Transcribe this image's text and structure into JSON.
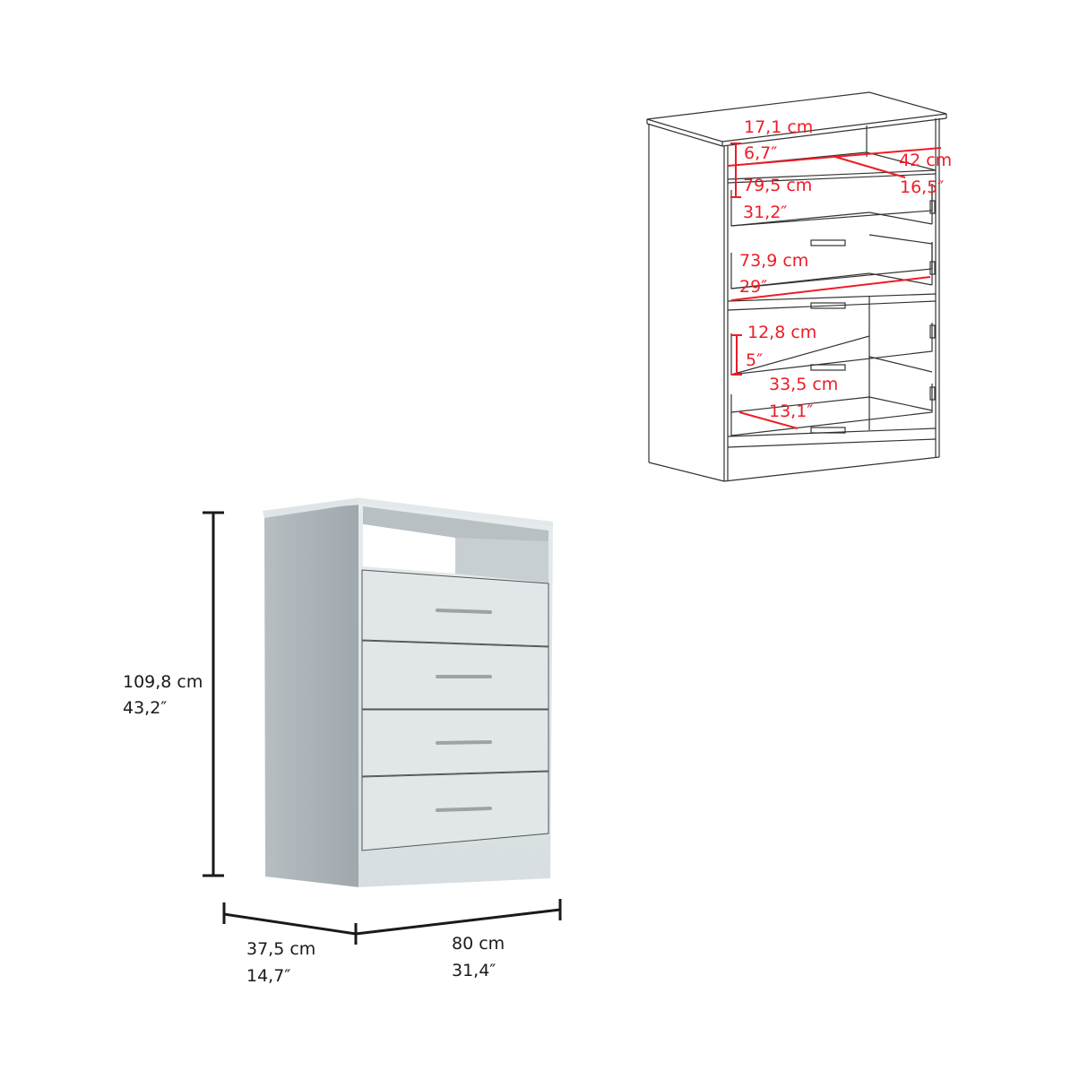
{
  "product": {
    "name": "4-drawer dresser with open top shelf",
    "colors": {
      "front": "#dfe5e7",
      "side": "#a8b1b6",
      "top": "#e8ecee",
      "handle": "#9fa3a6",
      "dimension_line": "#1a1a1a",
      "annotation": "#ee1c25"
    }
  },
  "overall_dimensions": {
    "height": {
      "cm": "109,8 cm",
      "in": "43,2″"
    },
    "depth": {
      "cm": "37,5 cm",
      "in": "14,7″"
    },
    "width": {
      "cm": "80 cm",
      "in": "31,4″"
    }
  },
  "interior_dimensions": {
    "shelf_height": {
      "cm": "17,1 cm",
      "in": "6,7″"
    },
    "shelf_depth": {
      "cm": "42 cm",
      "in": "16,5″"
    },
    "shelf_width": {
      "cm": "79,5 cm",
      "in": "31,2″"
    },
    "drawer_width": {
      "cm": "73,9 cm",
      "in": "29″"
    },
    "drawer_height": {
      "cm": "12,8 cm",
      "in": "5″"
    },
    "drawer_depth": {
      "cm": "33,5 cm",
      "in": "13,1″"
    }
  }
}
